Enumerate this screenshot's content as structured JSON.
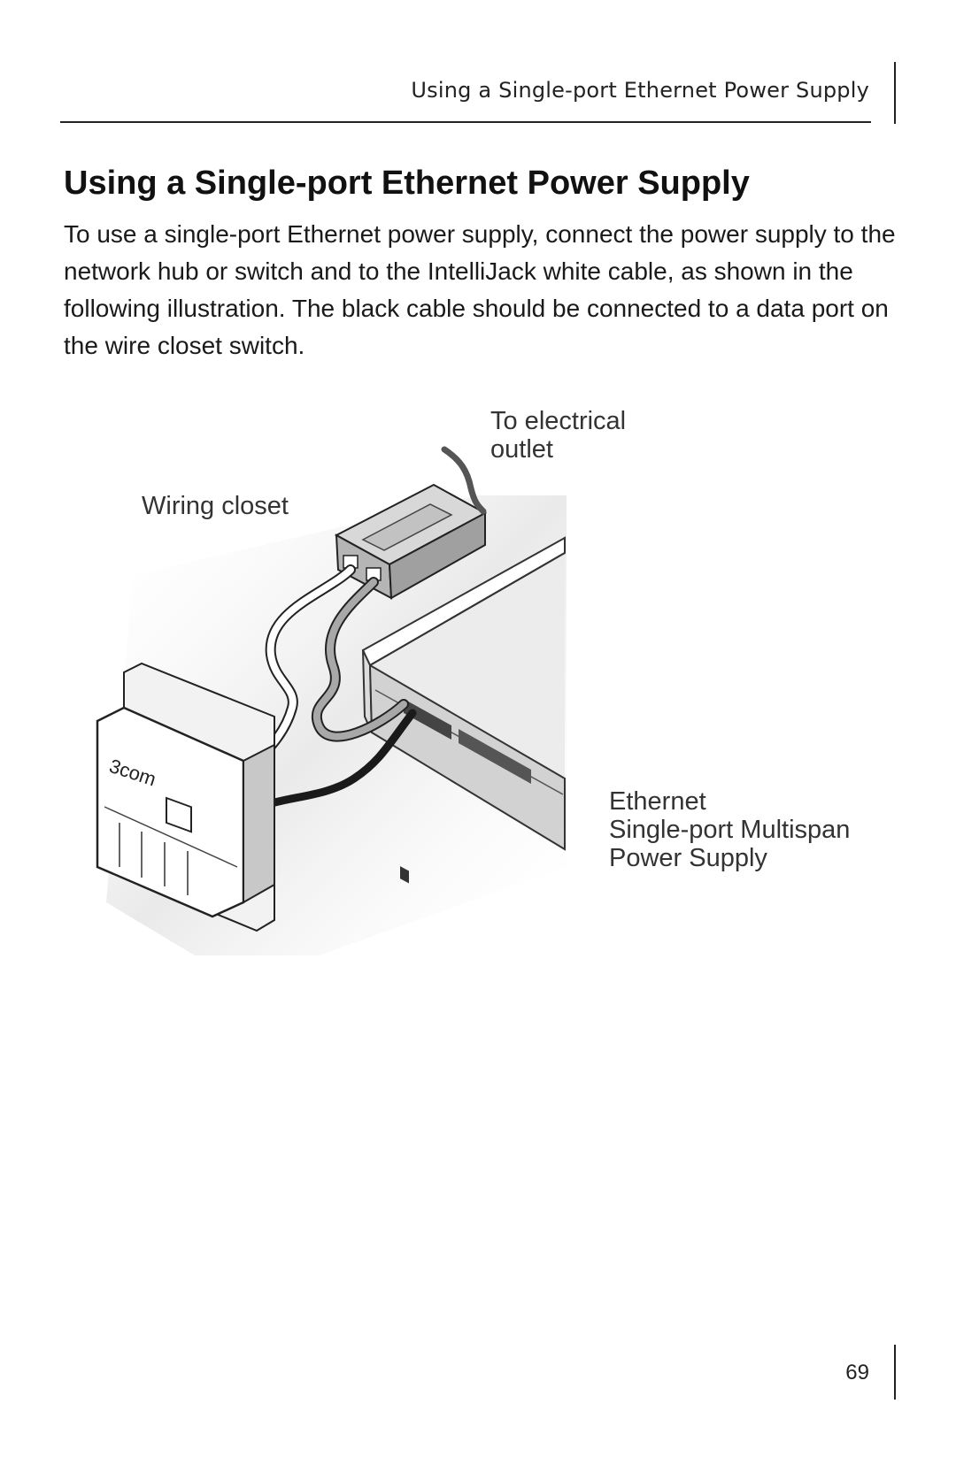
{
  "running_header": "Using a Single-port Ethernet Power Supply",
  "title": "Using a Single-port Ethernet Power Supply",
  "body": "To use a single-port Ethernet power supply, connect the power supply to the network hub or switch and to the IntelliJack white cable, as shown in the following illustration.  The black cable should be connected to a data port on the wire closet switch.",
  "figure": {
    "label_outlet": [
      "To electrical",
      "outlet"
    ],
    "label_closet": "Wiring closet",
    "label_supply": [
      "Ethernet",
      "Single-port Multispan",
      "Power Supply"
    ],
    "logo_text": "3com"
  },
  "page_number": "69"
}
